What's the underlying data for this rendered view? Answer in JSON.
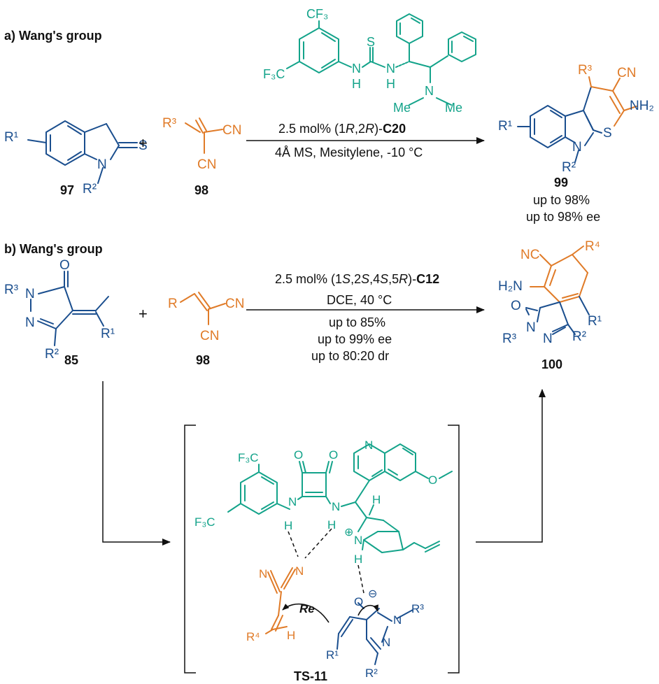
{
  "colors": {
    "substrate": "#1a4e8e",
    "malononitrile": "#e07b28",
    "catalyst": "#13a38a",
    "text": "#111111"
  },
  "section_a": {
    "heading": "a) Wang's group",
    "cmpd_97": "97",
    "cmpd_98": "98",
    "cmpd_99": "99",
    "plus": "+",
    "cond_line1_prefix": "2.5 mol% (1",
    "cond_line1_R1": "R",
    "cond_line1_mid": ",2",
    "cond_line1_R2": "R",
    "cond_line1_suffix": ")-",
    "cond_line1_cat": "C20",
    "cond_line2": "4Å MS, Mesitylene, -10 °C",
    "yield": "up to 98%",
    "ee": "up to 98% ee",
    "atoms": {
      "R1": "R¹",
      "R2": "R²",
      "R3": "R³",
      "N": "N",
      "S": "S",
      "CN": "CN",
      "NH2": "NH₂",
      "CF3": "CF₃",
      "F3C": "F₃C",
      "H": "H",
      "Me": "Me"
    }
  },
  "section_b": {
    "heading": "b) Wang's group",
    "cmpd_85": "85",
    "cmpd_98": "98",
    "cmpd_100": "100",
    "plus": "+",
    "cond_line1_prefix": "2.5 mol% (1",
    "cond_line1_S1": "S",
    "cond_line1_a": ",2",
    "cond_line1_S2": "S",
    "cond_line1_b": ",4",
    "cond_line1_S3": "S",
    "cond_line1_c": ",5",
    "cond_line1_R": "R",
    "cond_line1_suffix": ")-",
    "cond_line1_cat": "C12",
    "cond_line2": "DCE, 40 °C",
    "yield": "up to 85%",
    "ee": "up to 99% ee",
    "dr": "up to 80:20 dr",
    "atoms": {
      "R": "R",
      "R1": "R¹",
      "R2": "R²",
      "R3": "R³",
      "R4": "R⁴",
      "N": "N",
      "O": "O",
      "CN": "CN",
      "NC": "NC",
      "NH2": "NH₂",
      "H2N": "H₂N"
    }
  },
  "ts": {
    "label": "TS-11",
    "face": "Re",
    "atoms": {
      "F3C": "F₃C",
      "N": "N",
      "H": "H",
      "O": "O",
      "R1": "R¹",
      "R2": "R²",
      "R3": "R³",
      "R4": "R⁴",
      "plus": "⊕",
      "minus": "⊖",
      "methoxy": "O"
    }
  }
}
